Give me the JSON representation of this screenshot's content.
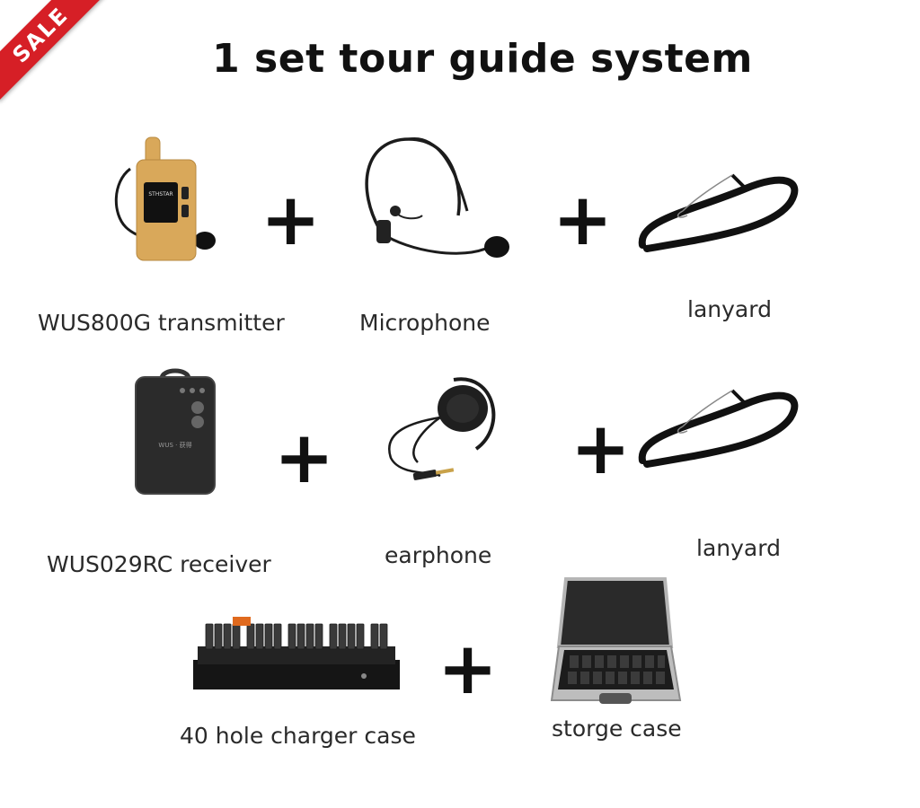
{
  "badge": {
    "text": "SALE"
  },
  "title": "1 set tour guide system",
  "items": [
    {
      "label": "WUS800G transmitter",
      "screen_text": "STHSTAR"
    },
    {
      "label": "Microphone"
    },
    {
      "label": "lanyard"
    },
    {
      "label": "WUS029RC receiver",
      "brand_text": "WUS · 获得"
    },
    {
      "label": "earphone"
    },
    {
      "label": "lanyard"
    },
    {
      "label": "40 hole charger case"
    },
    {
      "label": "storge case"
    }
  ],
  "plus_sign": "+",
  "colors": {
    "badge": "#d61f26",
    "transmitter_body": "#d9a85a",
    "dark_device": "#2b2b2b"
  }
}
